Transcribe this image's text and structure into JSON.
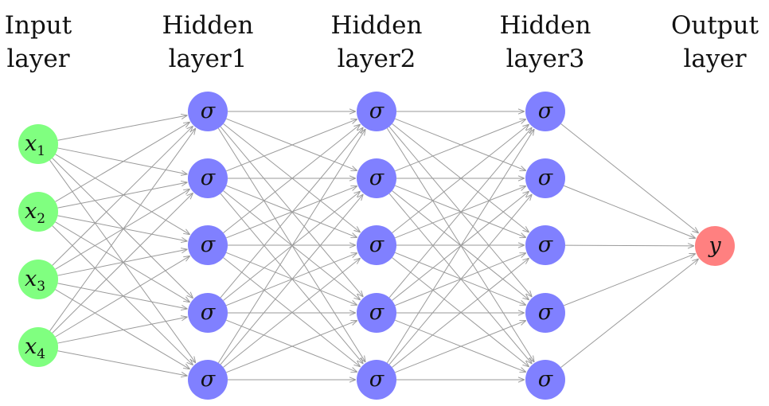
{
  "diagram": {
    "type": "feedforward-neural-network",
    "colors": {
      "input": "#80ff80",
      "hidden": "#8080ff",
      "output": "#ff8080",
      "edge": "#9a9a9a"
    },
    "layers": [
      {
        "id": "input",
        "title_line1": "Input",
        "title_line2": "layer",
        "kind": "input",
        "nodes": [
          {
            "label": "x",
            "sub": "1"
          },
          {
            "label": "x",
            "sub": "2"
          },
          {
            "label": "x",
            "sub": "3"
          },
          {
            "label": "x",
            "sub": "4"
          }
        ]
      },
      {
        "id": "hidden1",
        "title_line1": "Hidden",
        "title_line2": "layer1",
        "kind": "hidden",
        "nodes": [
          {
            "label": "σ"
          },
          {
            "label": "σ"
          },
          {
            "label": "σ"
          },
          {
            "label": "σ"
          },
          {
            "label": "σ"
          }
        ]
      },
      {
        "id": "hidden2",
        "title_line1": "Hidden",
        "title_line2": "layer2",
        "kind": "hidden",
        "nodes": [
          {
            "label": "σ"
          },
          {
            "label": "σ"
          },
          {
            "label": "σ"
          },
          {
            "label": "σ"
          },
          {
            "label": "σ"
          }
        ]
      },
      {
        "id": "hidden3",
        "title_line1": "Hidden",
        "title_line2": "layer3",
        "kind": "hidden",
        "nodes": [
          {
            "label": "σ"
          },
          {
            "label": "σ"
          },
          {
            "label": "σ"
          },
          {
            "label": "σ"
          },
          {
            "label": "σ"
          }
        ]
      },
      {
        "id": "output",
        "title_line1": "Output",
        "title_line2": "layer",
        "kind": "output",
        "nodes": [
          {
            "label": "y"
          }
        ]
      }
    ],
    "connectivity": "fully-connected"
  }
}
